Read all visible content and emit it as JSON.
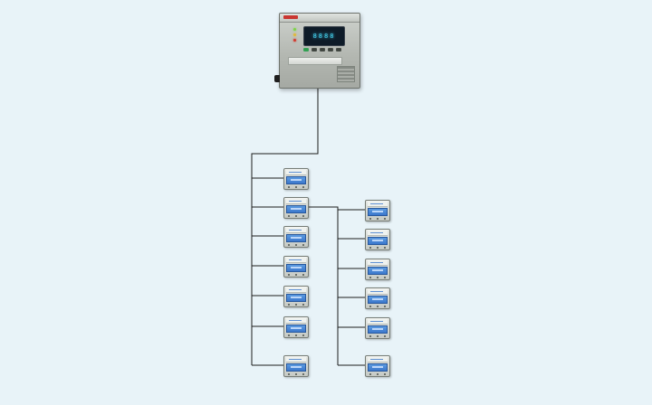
{
  "palette": {
    "bg": "#e8f3f8",
    "wire": "#1c1c1c",
    "display_bg": "#0e1b28",
    "digit": "#45d6f4",
    "logo_red": "#c9251f",
    "lcd_blue": "#3c78cc",
    "led_green": "#7ed348",
    "led_amber": "#e0b93c",
    "btn_green": "#2e9e4f"
  },
  "controller": {
    "display_text": "8888"
  },
  "topology": {
    "left_column": [
      "detector-left-1",
      "detector-left-2",
      "detector-left-3",
      "detector-left-4",
      "detector-left-5",
      "detector-left-6",
      "detector-left-7"
    ],
    "right_column": [
      "detector-right-1",
      "detector-right-2",
      "detector-right-3",
      "detector-right-4",
      "detector-right-5",
      "detector-right-6"
    ],
    "left_count": 7,
    "right_count": 6,
    "total_detectors": 13
  }
}
